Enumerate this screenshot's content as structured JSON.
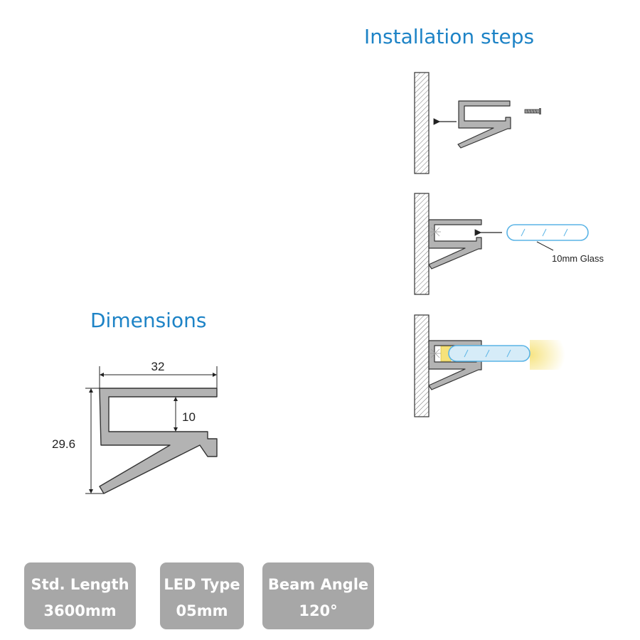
{
  "installation": {
    "title": "Installation steps",
    "glass_label": "10mm Glass"
  },
  "dimensions": {
    "title": "Dimensions",
    "width": "32",
    "gap": "10",
    "height": "29.6"
  },
  "specs": [
    {
      "label": "Std. Length",
      "value": "3600mm"
    },
    {
      "label": "LED Type",
      "value": "05mm"
    },
    {
      "label": "Beam Angle",
      "value": "120°"
    }
  ],
  "colors": {
    "heading": "#1d83c6",
    "profile_fill": "#b3b3b3",
    "spec_box": "#a7a7a7",
    "glass": "#5ab4e6",
    "led_glow": "#f6e27a"
  },
  "icons": {
    "screw": "screw-icon",
    "arrow": "left-arrow-icon"
  }
}
